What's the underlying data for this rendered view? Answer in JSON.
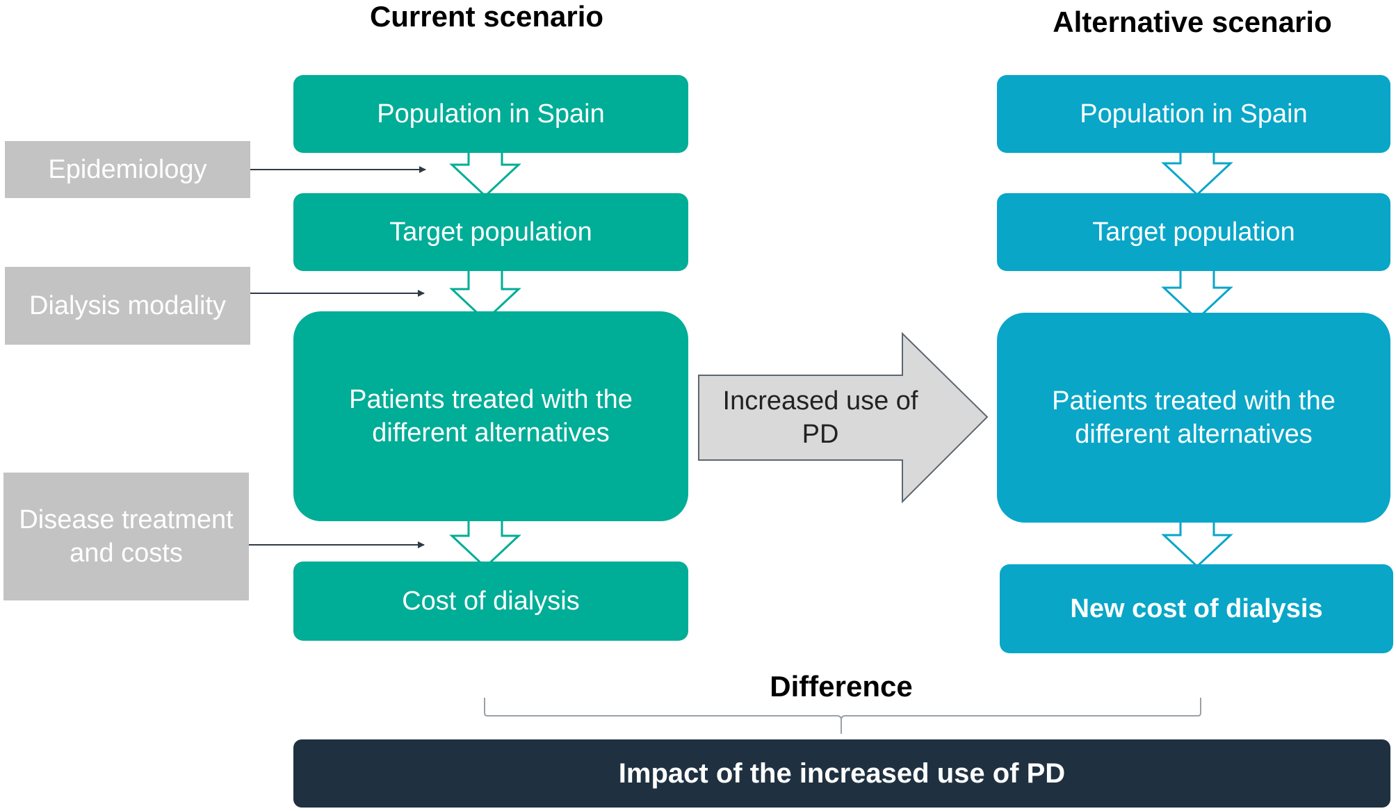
{
  "current": {
    "heading": "Current scenario",
    "boxes": [
      "Population in Spain",
      "Target population",
      "Patients treated with the different alternatives",
      "Cost of dialysis"
    ]
  },
  "alternative": {
    "heading": "Alternative scenario",
    "boxes": [
      "Population in Spain",
      "Target population",
      "Patients treated with the different alternatives",
      "New cost of dialysis"
    ]
  },
  "inputs": [
    "Epidemiology",
    "Dialysis modality",
    "Disease treatment and costs"
  ],
  "transition": "Increased use of PD",
  "difference": "Difference",
  "impact": "Impact of the increased use of PD",
  "colors": {
    "current": "#00ad96",
    "alternative": "#09a6c8",
    "inputs": "#c3c3c3",
    "impact": "#1f3141",
    "transition_arrow": "#d9d9d9"
  }
}
